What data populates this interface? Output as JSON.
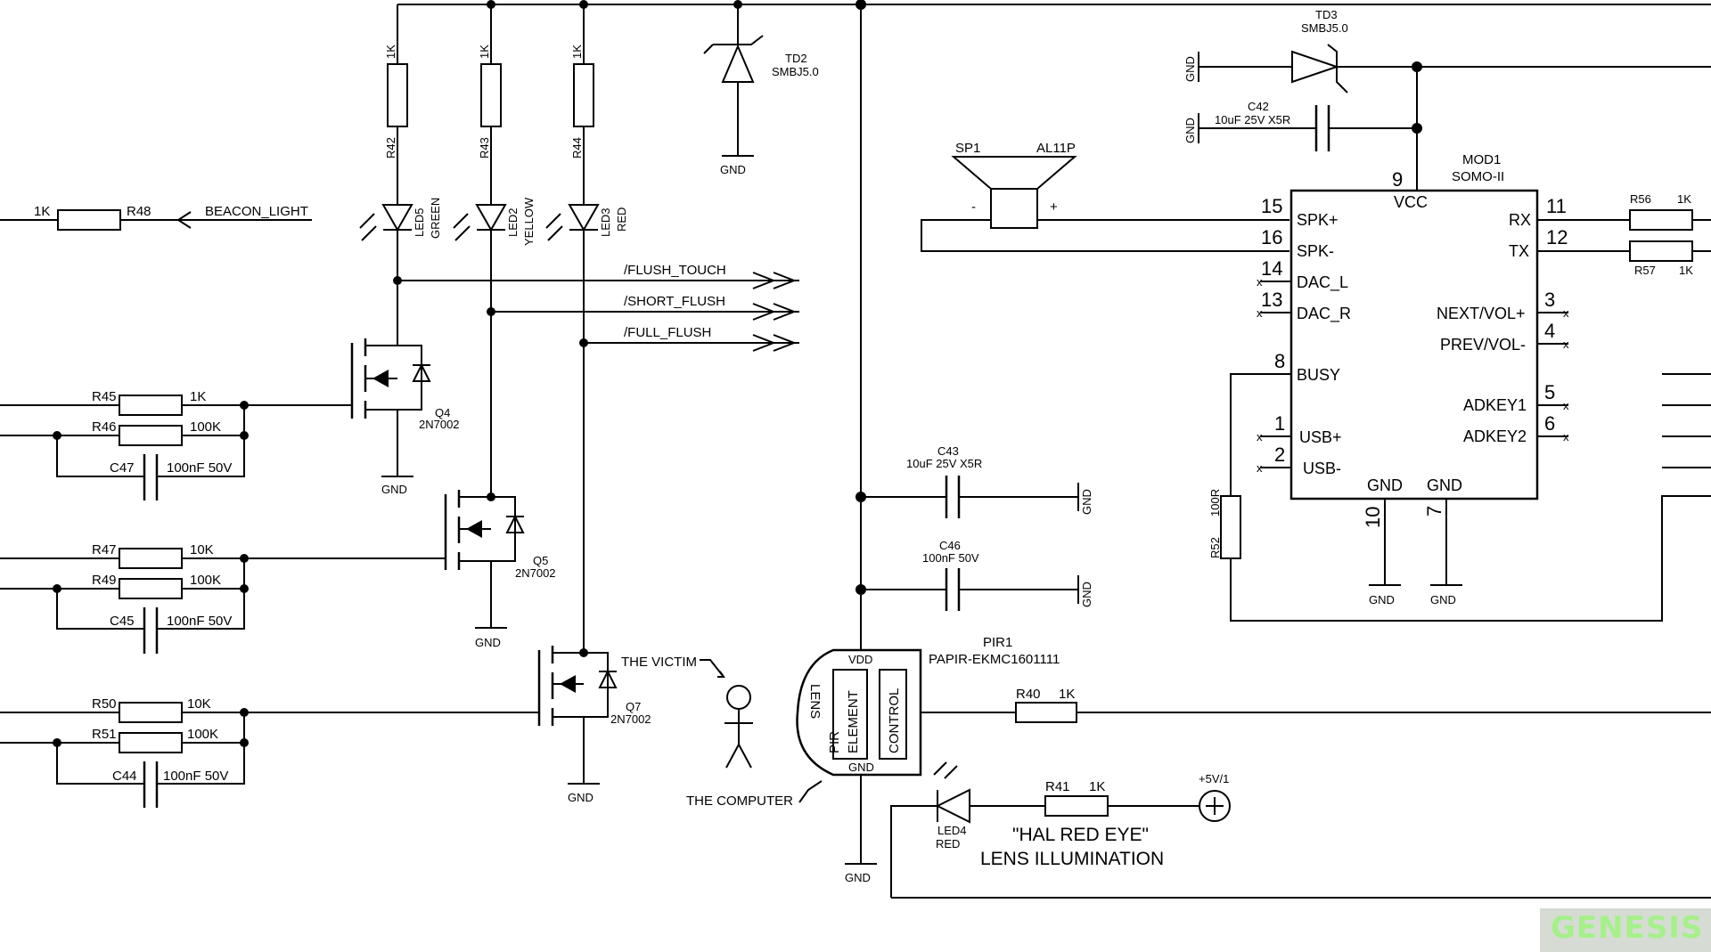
{
  "logo": "GENESIS",
  "labels": {
    "r42": "R42",
    "r42v": "1K",
    "r43": "R43",
    "r43v": "1K",
    "r44": "R44",
    "r44v": "1K",
    "td2": "TD2",
    "td2v": "SMBJ5.0",
    "td3": "TD3",
    "td3v": "SMBJ5.0",
    "c42": "C42",
    "c42v": "10uF 25V X5R",
    "gnd": "GND",
    "r48v": "1K",
    "r48": "R48",
    "beacon": "BEACON_LIGHT",
    "led5": "LED5",
    "led5c": "GREEN",
    "led2": "LED2",
    "led2c": "YELLOW",
    "led3": "LED3",
    "led3c": "RED",
    "flush_touch": "/FLUSH_TOUCH",
    "short_flush": "/SHORT_FLUSH",
    "full_flush": "/FULL_FLUSH",
    "sp1": "SP1",
    "al11p": "AL11P",
    "minus": "-",
    "plus": "+",
    "mod1": "MOD1",
    "somo": "SOMO-II",
    "pin9": "9",
    "vcc": "VCC",
    "p15": "15",
    "spkp": "SPK+",
    "p16": "16",
    "spkm": "SPK-",
    "p14": "14",
    "dacl": "DAC_L",
    "p13": "13",
    "dacr": "DAC_R",
    "p8": "8",
    "busy": "BUSY",
    "p1": "1",
    "usbp": "USB+",
    "p2": "2",
    "usbm": "USB-",
    "gnd_pin": "GND",
    "p10": "10",
    "p7": "7",
    "p11": "11",
    "rx": "RX",
    "p12": "12",
    "tx": "TX",
    "p3": "3",
    "nextvol": "NEXT/VOL+",
    "p4": "4",
    "prevvol": "PREV/VOL-",
    "p5": "5",
    "adkey1": "ADKEY1",
    "p6": "6",
    "adkey2": "ADKEY2",
    "r56": "R56",
    "r56v": "1K",
    "r57": "R57",
    "r57v": "1K",
    "r52": "R52",
    "r52v": "100R",
    "r45": "R45",
    "r45v": "1K",
    "r46": "R46",
    "r46v": "100K",
    "c47": "C47",
    "c47v": "100nF 50V",
    "q4": "Q4",
    "q4v": "2N7002",
    "r47": "R47",
    "r47v": "10K",
    "r49": "R49",
    "r49v": "100K",
    "c45": "C45",
    "c45v": "100nF 50V",
    "q5": "Q5",
    "q5v": "2N7002",
    "r50": "R50",
    "r50v": "10K",
    "r51": "R51",
    "r51v": "100K",
    "c44": "C44",
    "c44v": "100nF 50V",
    "q7": "Q7",
    "q7v": "2N7002",
    "victim": "THE VICTIM",
    "computer": "THE COMPUTER",
    "c43": "C43",
    "c43v": "10uF 25V X5R",
    "c46": "C46",
    "c46v": "100nF 50V",
    "pir1": "PIR1",
    "pirv": "PAPIR-EKMC1601111",
    "vdd": "VDD",
    "lens": "LENS",
    "pir_el1": "PIR",
    "pir_el2": "ELEMENT",
    "control": "CONTROL",
    "r40": "R40",
    "r40v": "1K",
    "r41": "R41",
    "r41v": "1K",
    "p5v": "+5V/1",
    "led4": "LED4",
    "led4c": "RED",
    "hal": "\"HAL RED EYE\"",
    "lensillum": "LENS ILLUMINATION"
  }
}
